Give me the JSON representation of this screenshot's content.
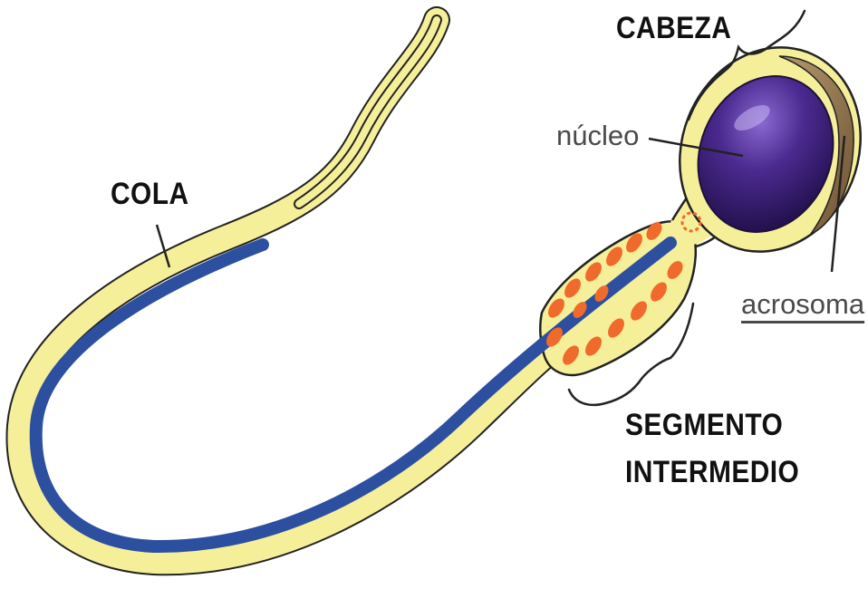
{
  "labels": {
    "cabeza": "CABEZA",
    "cola": "COLA",
    "nucleo": "núcleo",
    "acrosoma": "acrosoma",
    "segmento_line1": "SEGMENTO",
    "segmento_line2": "INTERMEDIO"
  },
  "colors": {
    "background": "#ffffff",
    "membrane": "#f6ef9a",
    "outline": "#222222",
    "axoneme": "#2c4fa0",
    "nucleus": "#4b2a8f",
    "acrosome": "#8a6c45",
    "mitochondria": "#ef6a2b",
    "label_text": "#111111"
  }
}
